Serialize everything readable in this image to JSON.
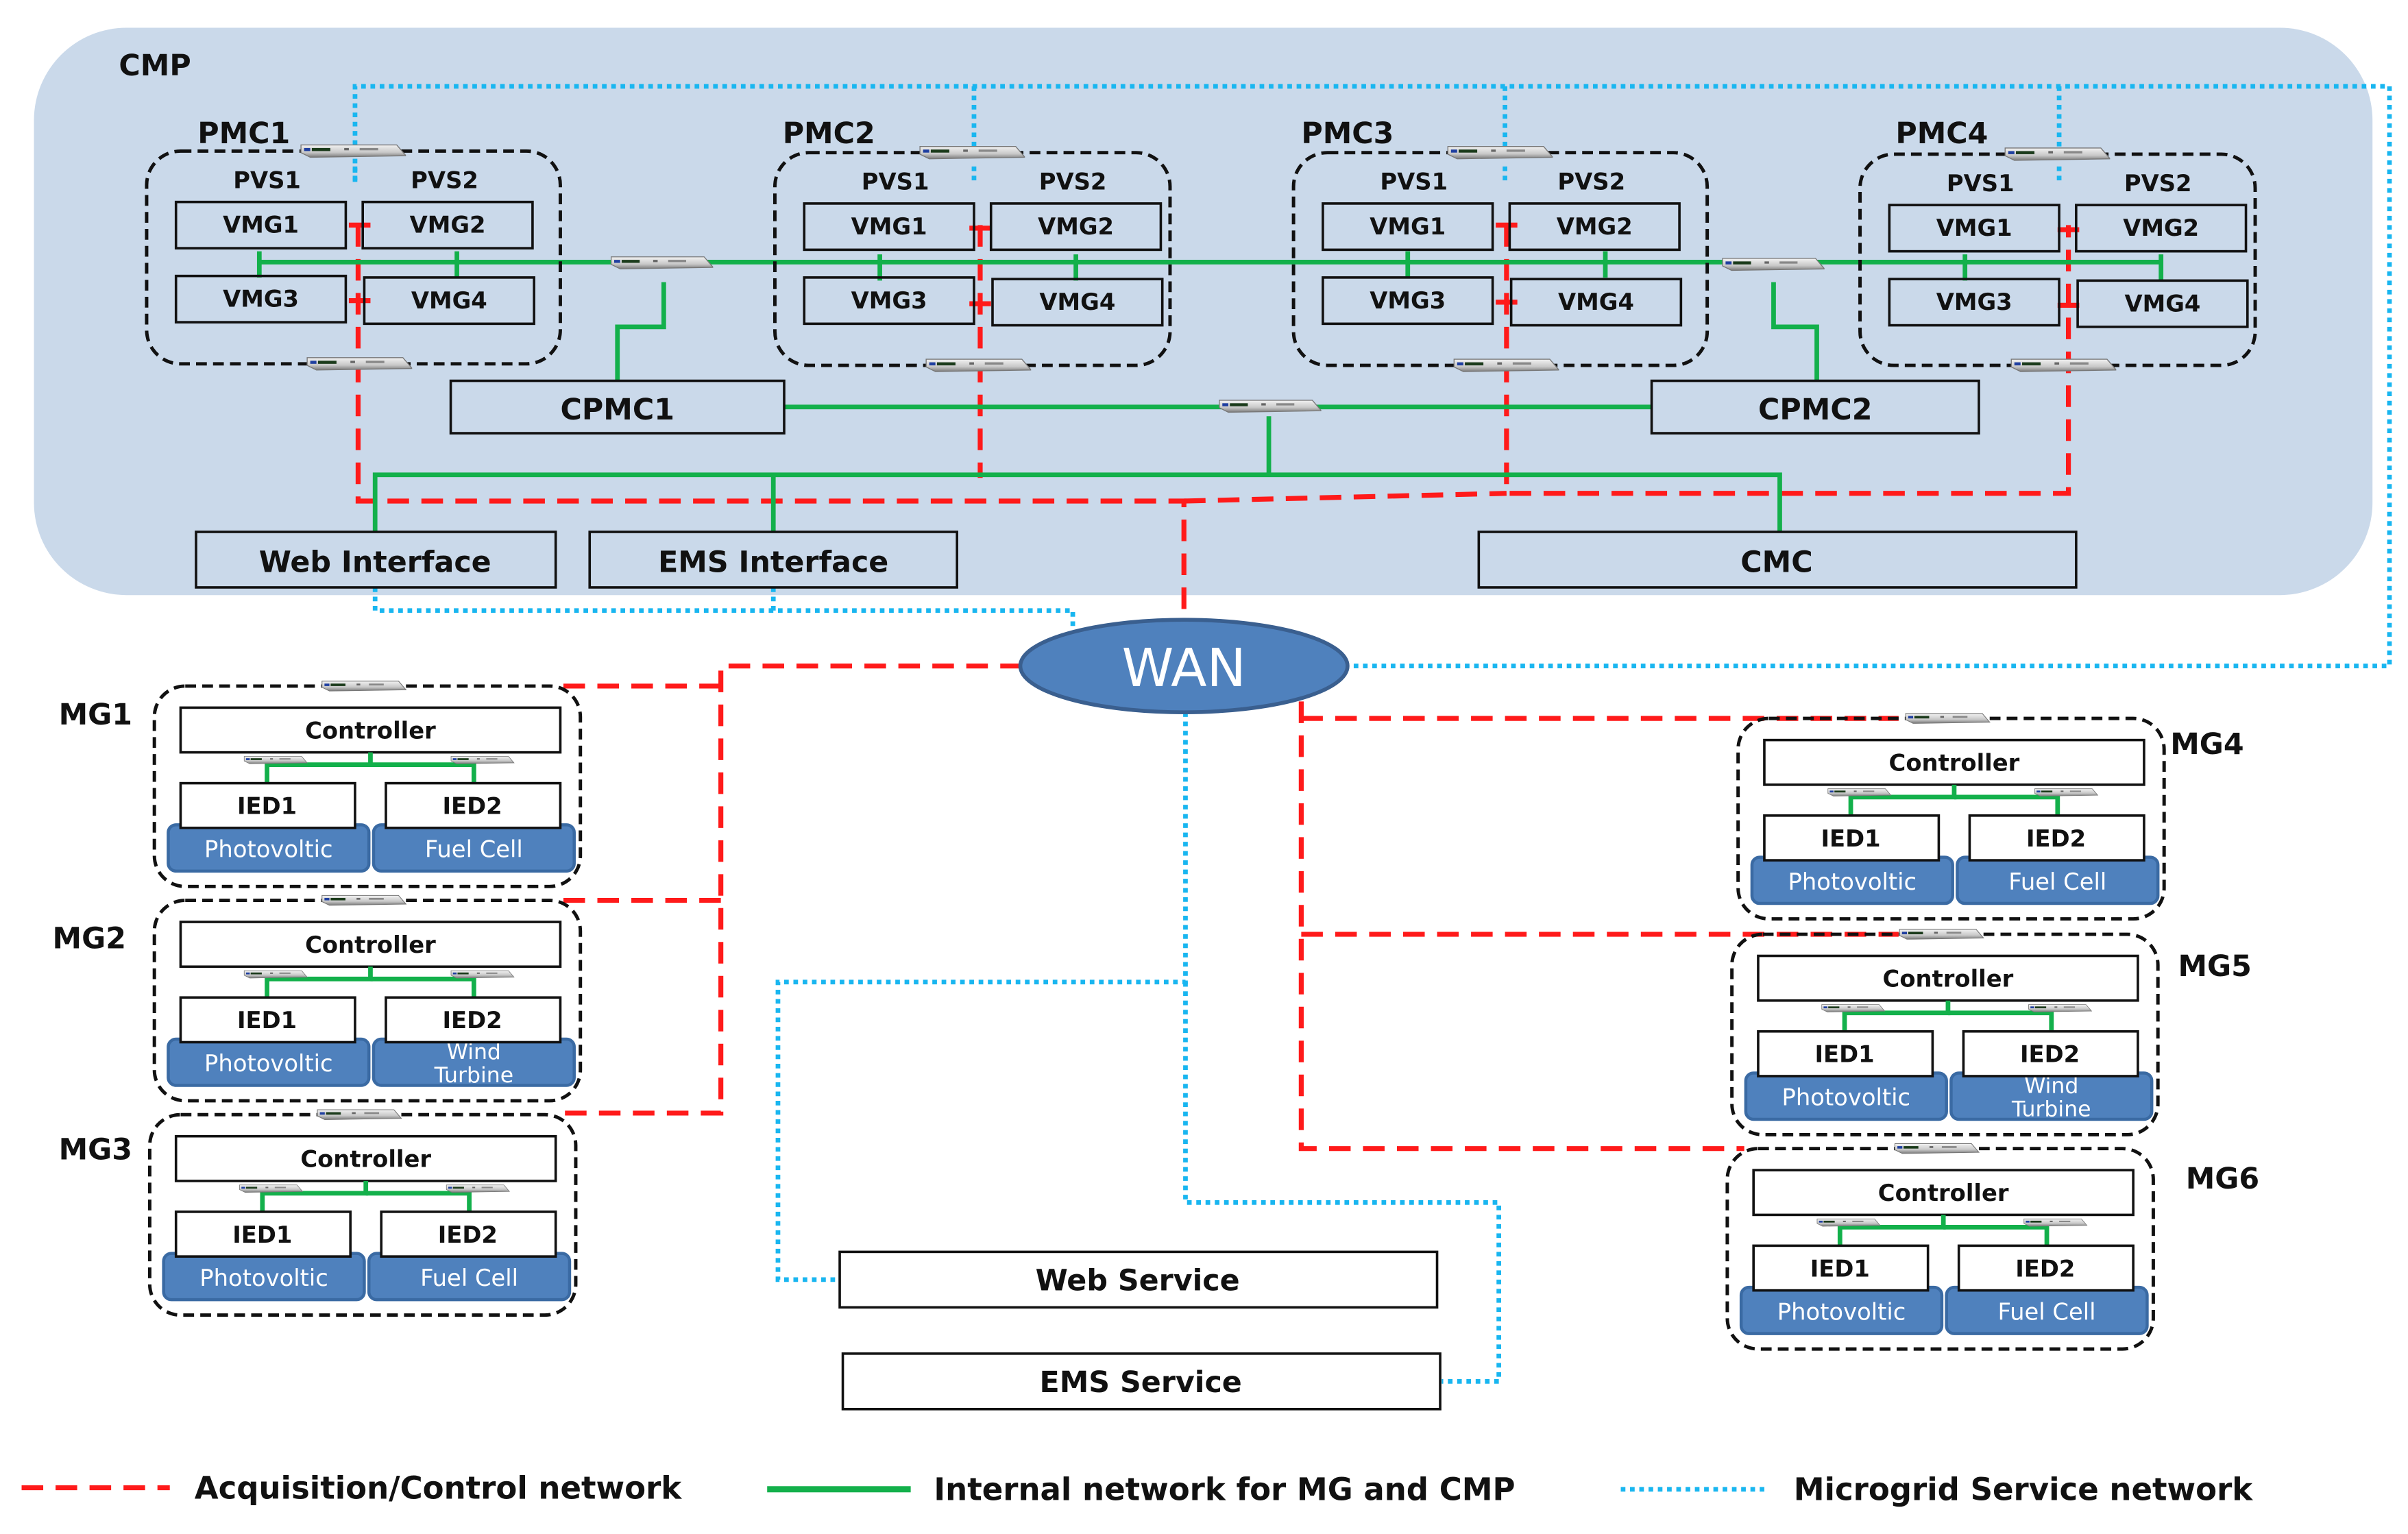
{
  "figure": {
    "colors": {
      "cmp_background": "#cad9ea",
      "acquisition_control": "#ff1a1a",
      "internal_network": "#13b04b",
      "service_network": "#19b6f0",
      "wan_fill": "#4f81bd",
      "device_tile": "#4f81bd"
    },
    "cmp": {
      "label": "CMP",
      "pmcs": [
        {
          "label": "PMC1",
          "pvs": [
            "PVS1",
            "PVS2"
          ],
          "vmgs": [
            "VMG1",
            "VMG2",
            "VMG3",
            "VMG4"
          ]
        },
        {
          "label": "PMC2",
          "pvs": [
            "PVS1",
            "PVS2"
          ],
          "vmgs": [
            "VMG1",
            "VMG2",
            "VMG3",
            "VMG4"
          ]
        },
        {
          "label": "PMC3",
          "pvs": [
            "PVS1",
            "PVS2"
          ],
          "vmgs": [
            "VMG1",
            "VMG2",
            "VMG3",
            "VMG4"
          ]
        },
        {
          "label": "PMC4",
          "pvs": [
            "PVS1",
            "PVS2"
          ],
          "vmgs": [
            "VMG1",
            "VMG2",
            "VMG3",
            "VMG4"
          ]
        }
      ],
      "cpmc": [
        "CPMC1",
        "CPMC2"
      ],
      "interfaces": {
        "web": "Web Interface",
        "ems": "EMS Interface",
        "cmc": "CMC"
      }
    },
    "wan": {
      "label": "WAN"
    },
    "microgrids": [
      {
        "label": "MG1",
        "controller": "Controller",
        "ieds": [
          "IED1",
          "IED2"
        ],
        "sources": [
          "Photovoltic",
          "Fuel Cell"
        ]
      },
      {
        "label": "MG2",
        "controller": "Controller",
        "ieds": [
          "IED1",
          "IED2"
        ],
        "sources": [
          "Photovoltic",
          "Wind Turbine"
        ]
      },
      {
        "label": "MG3",
        "controller": "Controller",
        "ieds": [
          "IED1",
          "IED2"
        ],
        "sources": [
          "Photovoltic",
          "Fuel Cell"
        ]
      },
      {
        "label": "MG4",
        "controller": "Controller",
        "ieds": [
          "IED1",
          "IED2"
        ],
        "sources": [
          "Photovoltic",
          "Fuel Cell"
        ]
      },
      {
        "label": "MG5",
        "controller": "Controller",
        "ieds": [
          "IED1",
          "IED2"
        ],
        "sources": [
          "Photovoltic",
          "Wind Turbine"
        ]
      },
      {
        "label": "MG6",
        "controller": "Controller",
        "ieds": [
          "IED1",
          "IED2"
        ],
        "sources": [
          "Photovoltic",
          "Fuel Cell"
        ]
      }
    ],
    "services": {
      "web": "Web Service",
      "ems": "EMS Service"
    },
    "legend": [
      {
        "key": "acquisition",
        "label": "Acquisition/Control network"
      },
      {
        "key": "internal",
        "label": "Internal network for MG and CMP"
      },
      {
        "key": "service",
        "label": "Microgrid Service network"
      }
    ]
  }
}
